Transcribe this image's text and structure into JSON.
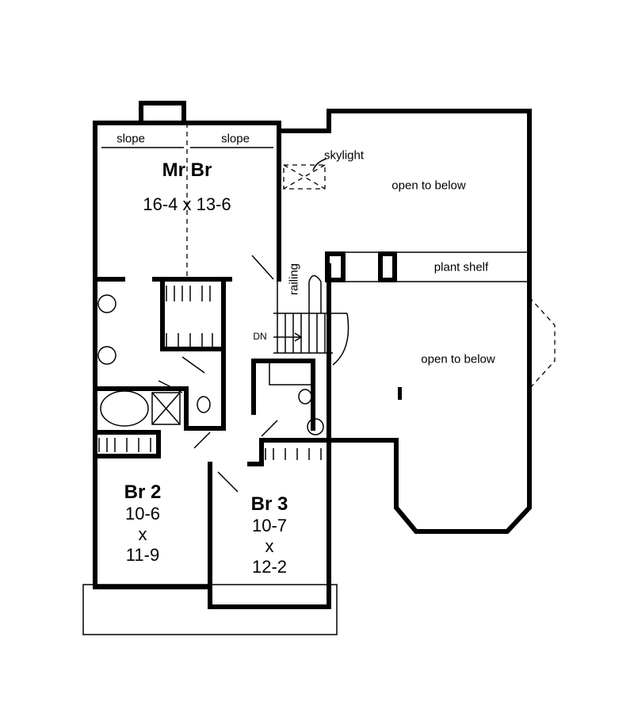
{
  "rooms": {
    "master": {
      "name": "Mr Br",
      "size": "16-4 x 13-6"
    },
    "br2": {
      "name": "Br 2",
      "w": "10-6",
      "x": "x",
      "h": "11-9"
    },
    "br3": {
      "name": "Br 3",
      "w": "10-7",
      "x": "x",
      "h": "12-2"
    }
  },
  "notes": {
    "slope_left": "slope",
    "slope_right": "slope",
    "skylight": "skylight",
    "open_upper": "open to below",
    "open_lower": "open to below",
    "plant_shelf": "plant shelf",
    "railing": "railing",
    "stairs_down": "DN"
  }
}
